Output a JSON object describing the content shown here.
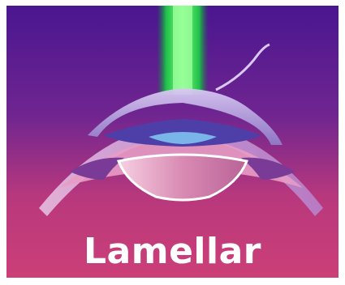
{
  "caption": "Lamellar",
  "colors": {
    "background_top": "#4a1690",
    "background_bottom": "#cc3f78",
    "laser_beam": "#3cff3c",
    "cornea_flap": "#b9a3df",
    "lens": "#e7a9c9",
    "iris": "#7a3b97",
    "caption_text": "#ffffff"
  },
  "icons": {
    "laser": "laser-beam",
    "eye": "eye-cross-section"
  }
}
